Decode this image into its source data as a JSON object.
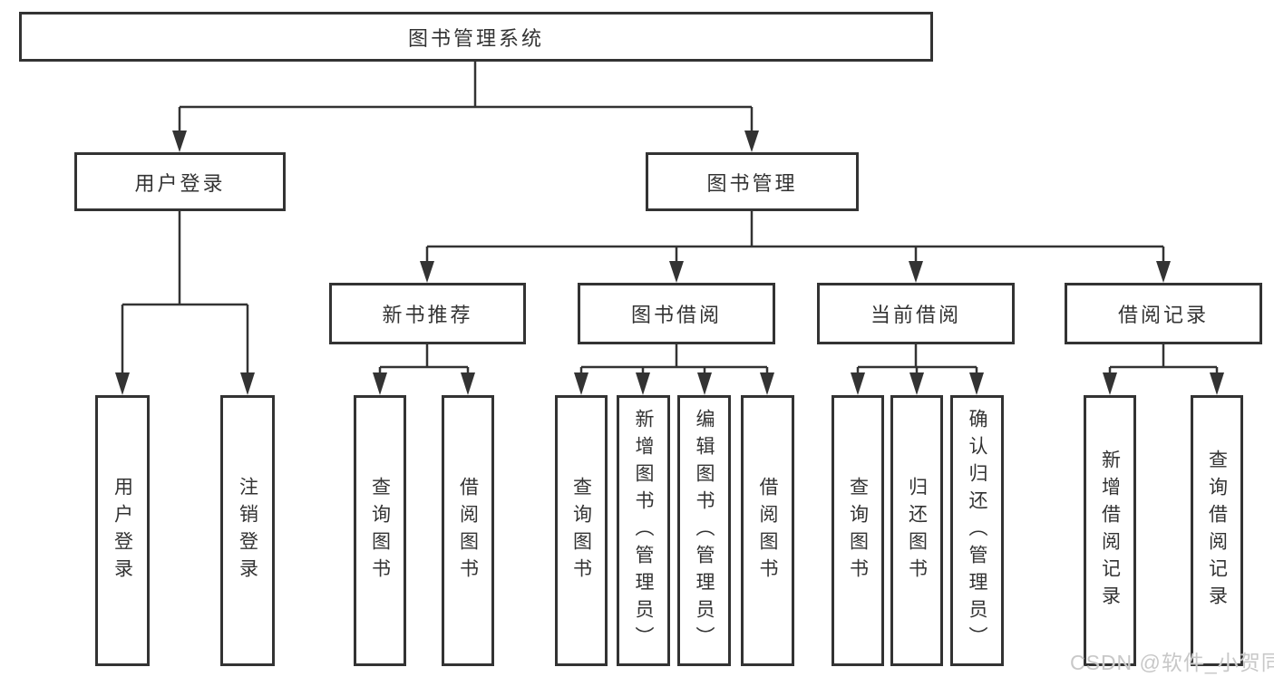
{
  "diagram": {
    "root": {
      "label": "图书管理系统"
    },
    "level2": [
      {
        "label": "用户登录"
      },
      {
        "label": "图书管理"
      }
    ],
    "level3": [
      {
        "label": "新书推荐"
      },
      {
        "label": "图书借阅"
      },
      {
        "label": "当前借阅"
      },
      {
        "label": "借阅记录"
      }
    ],
    "leaves": {
      "user_login": [
        "用户登录",
        "注销登录"
      ],
      "new_books": [
        "查询图书",
        "借阅图书"
      ],
      "book_borrowing": [
        "查询图书",
        "新增图书（管理员）",
        "编辑图书（管理员）",
        "借阅图书"
      ],
      "current_borrowing": [
        "查询图书",
        "归还图书",
        "确认归还（管理员）"
      ],
      "borrow_records": [
        "新增借阅记录",
        "查询借阅记录"
      ]
    }
  },
  "watermark": "CSDN @软件_小贺同学",
  "colors": {
    "line": "#333333",
    "text": "#333333",
    "box_background": "#ffffff",
    "watermark": "#c8c8c8",
    "background": "#ffffff"
  }
}
